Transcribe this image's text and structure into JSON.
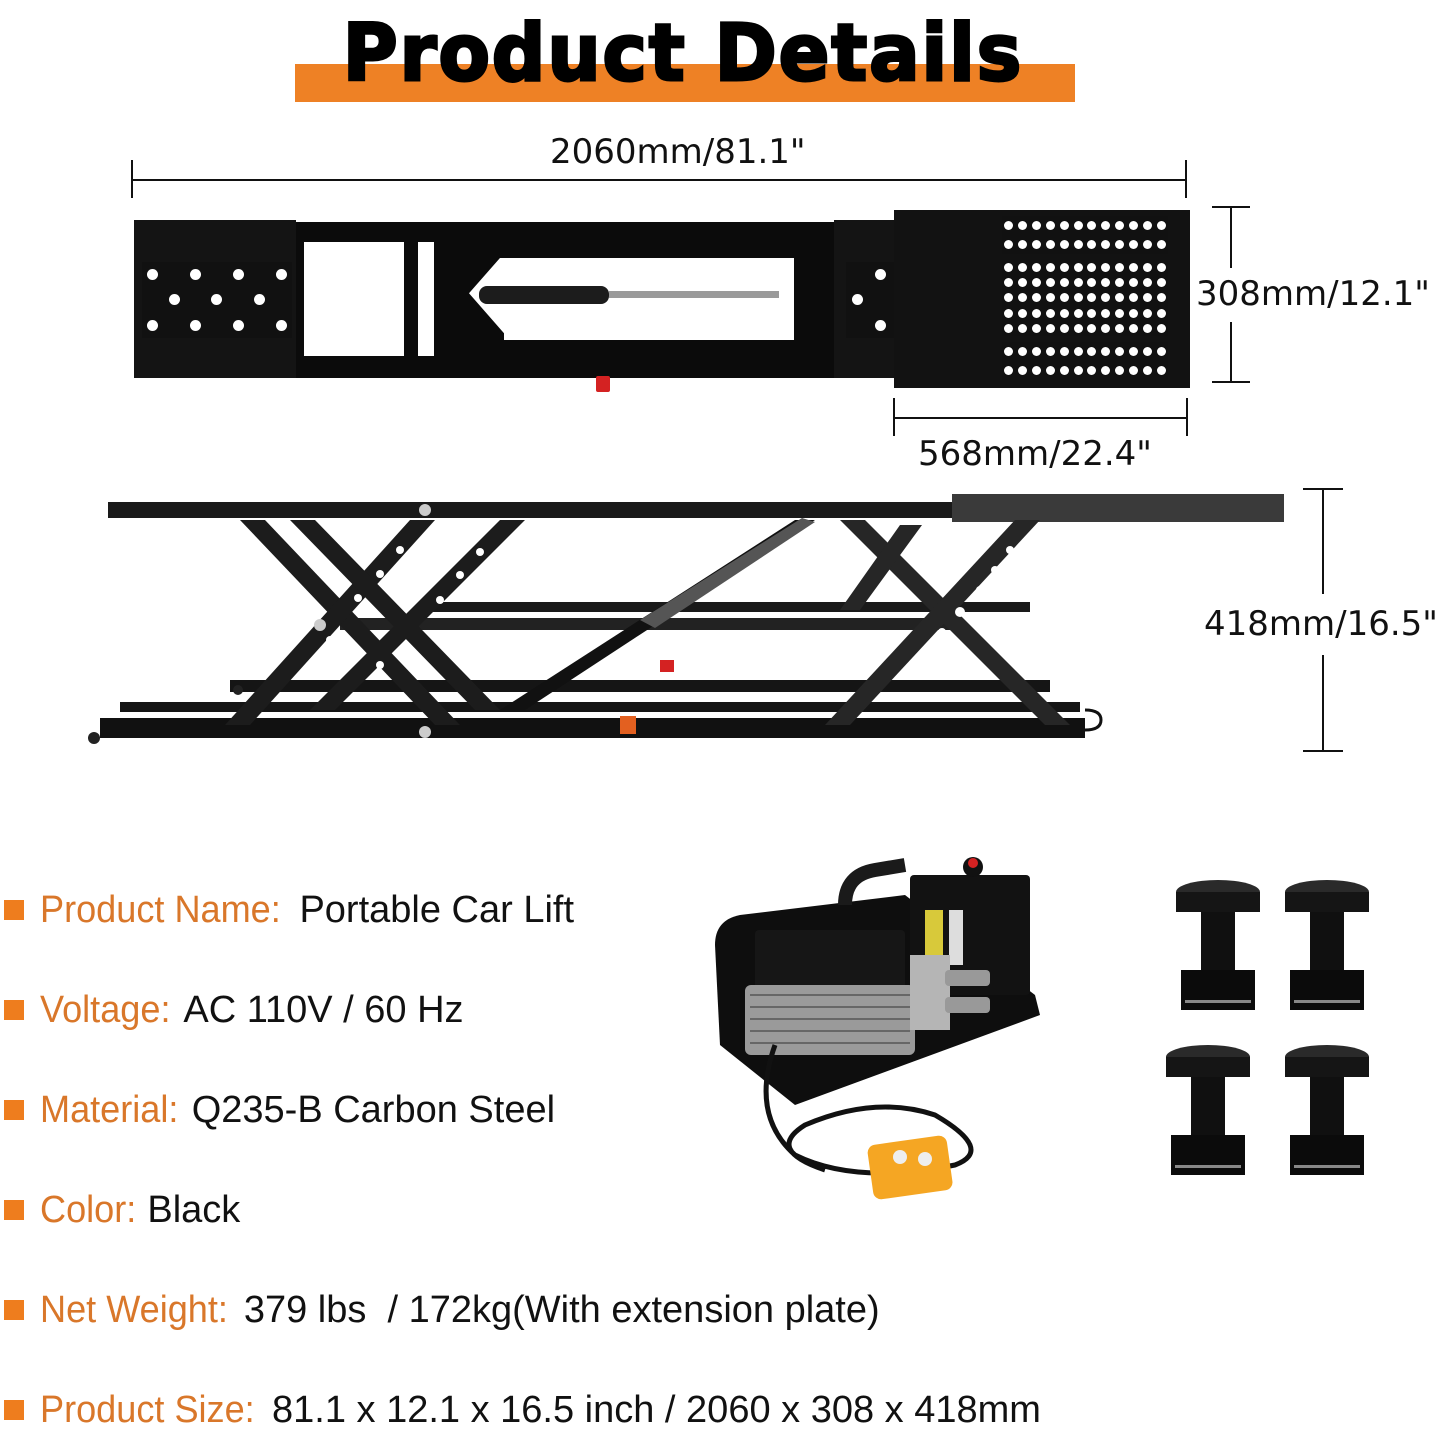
{
  "header": {
    "title": "Product Details",
    "accent_color": "#ee8125"
  },
  "dimensions": {
    "overall_length": "2060mm/81.1\"",
    "width": "308mm/12.1\"",
    "extension_length": "568mm/22.4\"",
    "height": "418mm/16.5\""
  },
  "images": {
    "top_view": "lift-top-view",
    "side_view": "lift-side-view",
    "pump": "hydraulic-pump-unit",
    "pads": "rubber-lift-pads"
  },
  "specs": [
    {
      "label": "Product Name:",
      "value": "Portable Car Lift"
    },
    {
      "label": "Voltage:",
      "value": "AC 110V / 60 Hz"
    },
    {
      "label": "Material:",
      "value": "Q235-B Carbon Steel"
    },
    {
      "label": "Color:",
      "value": "Black"
    },
    {
      "label": "Net Weight:",
      "value": "379 lbs  / 172kg(With extension plate)"
    },
    {
      "label": "Product Size:",
      "value": "81.1 x 12.1 x 16.5 inch / 2060 x 308 x 418mm"
    }
  ],
  "colors": {
    "label_orange": "#d9772a",
    "bullet_orange": "#ee7d1e",
    "text": "#111111"
  }
}
